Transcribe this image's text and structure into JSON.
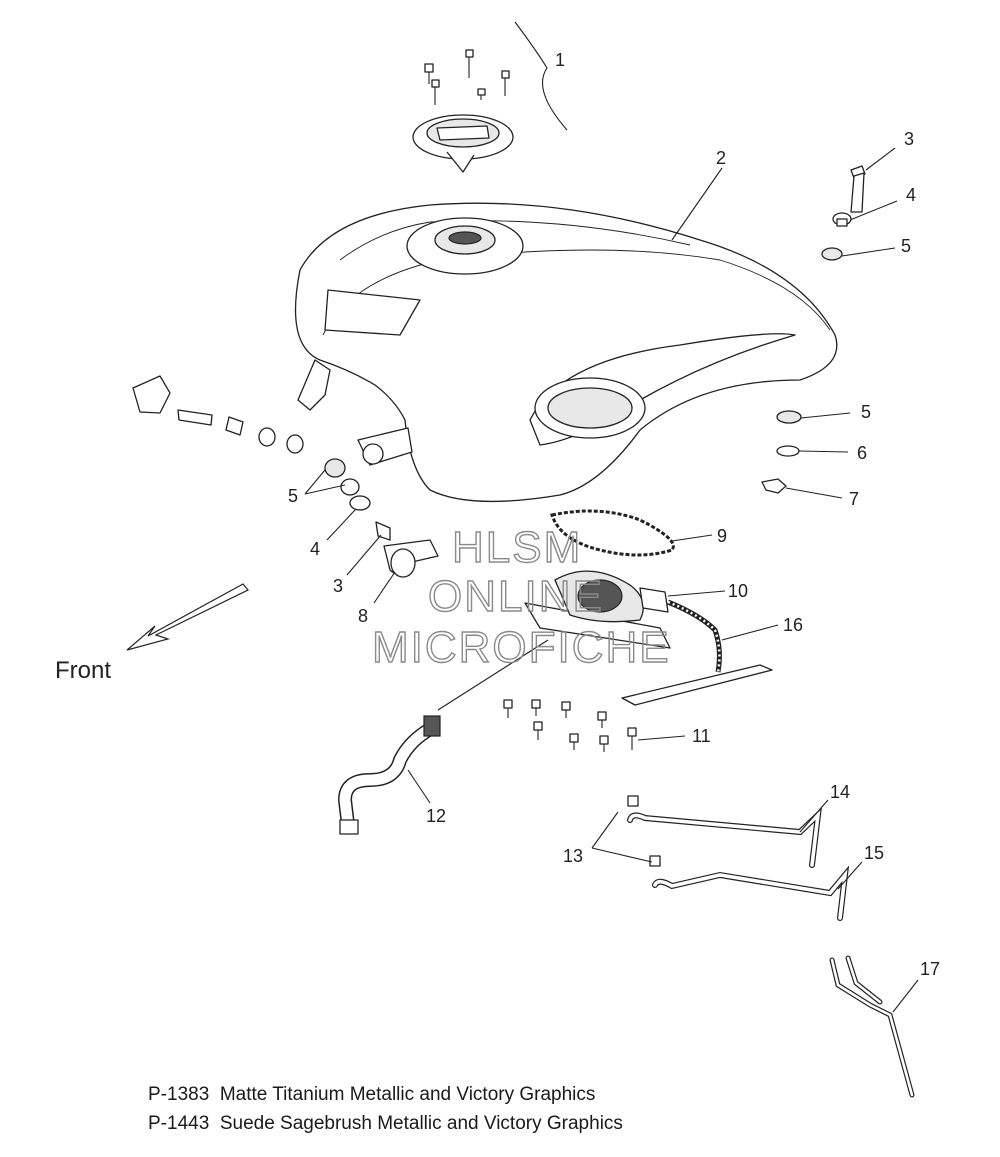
{
  "callouts": {
    "c1": "1",
    "c2": "2",
    "c3a": "3",
    "c4a": "4",
    "c5a": "5",
    "c5b": "5",
    "c6": "6",
    "c7": "7",
    "c5c": "5",
    "c4b": "4",
    "c3b": "3",
    "c8": "8",
    "c9": "9",
    "c10": "10",
    "c16": "16",
    "c11": "11",
    "c12": "12",
    "c14": "14",
    "c13": "13",
    "c15": "15",
    "c17": "17"
  },
  "front_label": "Front",
  "watermark": [
    "HLSM",
    "ONLINE",
    "MICROFICHE"
  ],
  "footer_lines": [
    "P-1383  Matte Titanium Metallic and Victory Graphics",
    "P-1443  Suede Sagebrush Metallic and Victory Graphics"
  ]
}
